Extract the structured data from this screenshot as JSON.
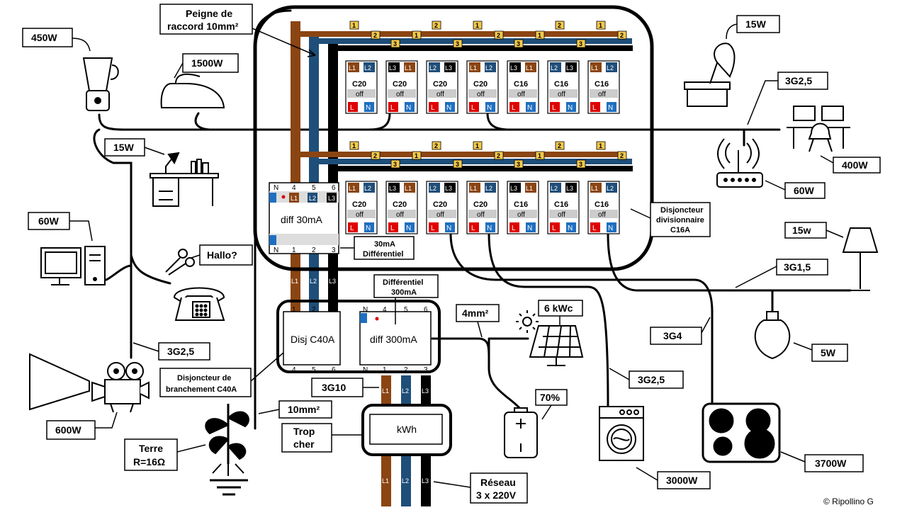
{
  "labels": {
    "comb": [
      "Peigne de",
      "raccord 10mm²"
    ],
    "blender": "450W",
    "iron": "1500W",
    "gramophone": "15W",
    "cable_top_right": "3G2,5",
    "desk_lamp": "15W",
    "computer_desk": "400W",
    "router": "60W",
    "monitor_pc": "60W",
    "phone_call": "Hallo?",
    "cable_left": "3G2,5",
    "projector": "600W",
    "ground_cable": "10mm²",
    "earth": [
      "Terre",
      "R=16Ω"
    ],
    "breaker_callout": [
      "Disjoncteur de",
      "branchement  C40A"
    ],
    "cable_main": "3G10",
    "meter_callout": [
      "Trop",
      "cher"
    ],
    "grid": [
      "Réseau",
      "3 x 220V"
    ],
    "rcd30_callout": [
      "30mA",
      "Différentiel"
    ],
    "rcd300_callout": [
      "Différentiel",
      "300mA"
    ],
    "cable_pv": "4mm²",
    "pv": "6 kWc",
    "battery": "70%",
    "cable_oven": "3G4",
    "cable_washer": "3G2,5",
    "washer": "3000W",
    "hob": "3700W",
    "bulb": "5W",
    "floor_lamp": "15w",
    "cable_lamp": "3G1,5",
    "mcb_callout": [
      "Disjoncteur",
      "divisionnaire",
      "C16A"
    ],
    "copyright": "©  Ripollino G"
  },
  "devices": {
    "rcd30": "diff 30mA",
    "rcd300": "diff 300mA",
    "main_breaker": "Disj C40A",
    "meter": "kWh"
  },
  "terminals": {
    "n": "N",
    "nums": [
      "1",
      "2",
      "3",
      "4",
      "5",
      "6"
    ],
    "phases": [
      "L1",
      "L2",
      "L3"
    ],
    "l": "L",
    "off": "off"
  },
  "breaker_rows": [
    {
      "breakers": [
        {
          "rating": "C20",
          "in": [
            "L1",
            "L2"
          ]
        },
        {
          "rating": "C20",
          "in": [
            "L3",
            "L1"
          ]
        },
        {
          "rating": "C20",
          "in": [
            "L2",
            "L3"
          ]
        },
        {
          "rating": "C20",
          "in": [
            "L1",
            "L2"
          ]
        },
        {
          "rating": "C16",
          "in": [
            "L3",
            "L1"
          ]
        },
        {
          "rating": "C16",
          "in": [
            "L2",
            "L3"
          ]
        },
        {
          "rating": "C16",
          "in": [
            "L1",
            "L2"
          ]
        }
      ],
      "comb_tags": [
        "1",
        "2",
        "3",
        "1",
        "2",
        "3",
        "1",
        "2",
        "3",
        "1",
        "2",
        "3",
        "1",
        "2"
      ]
    },
    {
      "breakers": [
        {
          "rating": "C20",
          "in": [
            "L1",
            "L2"
          ]
        },
        {
          "rating": "C20",
          "in": [
            "L3",
            "L1"
          ]
        },
        {
          "rating": "C20",
          "in": [
            "L2",
            "L3"
          ]
        },
        {
          "rating": "C20",
          "in": [
            "L1",
            "L2"
          ]
        },
        {
          "rating": "C16",
          "in": [
            "L3",
            "L1"
          ]
        },
        {
          "rating": "C16",
          "in": [
            "L2",
            "L3"
          ]
        },
        {
          "rating": "C16",
          "in": [
            "L1",
            "L2"
          ]
        }
      ],
      "comb_tags": [
        "1",
        "2",
        "3",
        "1",
        "2",
        "3",
        "1",
        "2",
        "3",
        "1",
        "2",
        "3",
        "1",
        "2"
      ]
    }
  ],
  "colors": {
    "L1": "#8B4513",
    "L2": "#1F4E79",
    "L3": "#000000",
    "N": "#1F6FC0",
    "L": "#E00000",
    "tag": "#F2C94C",
    "panel": "#cccccc"
  }
}
